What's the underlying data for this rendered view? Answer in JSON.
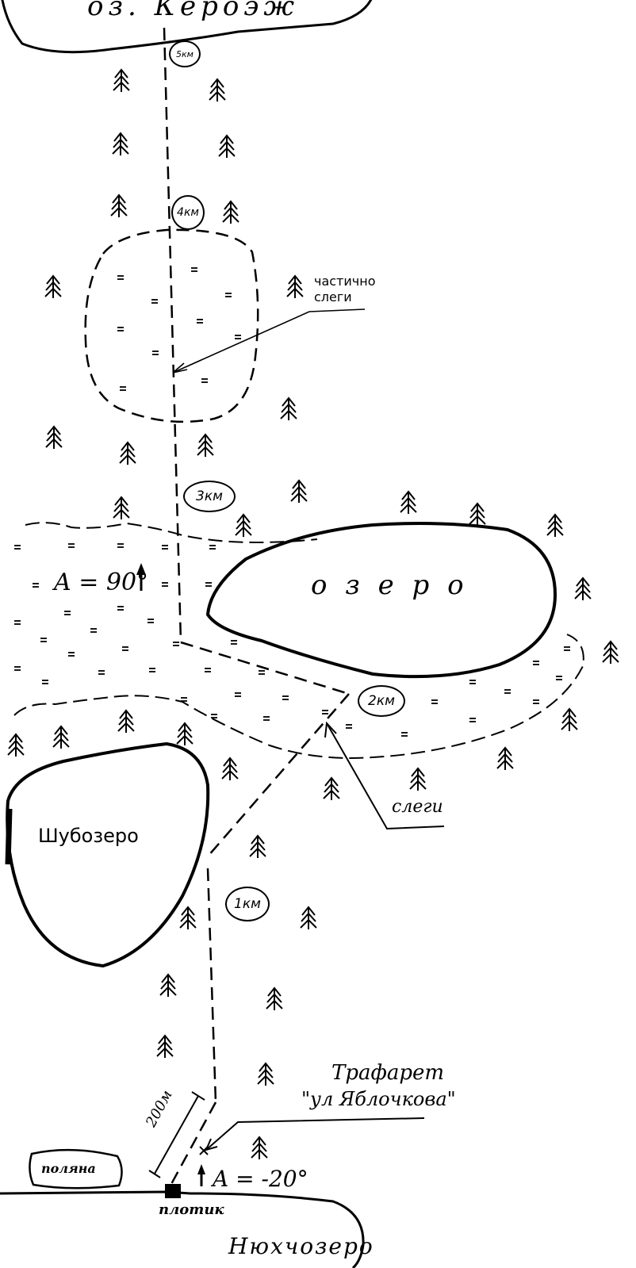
{
  "labels": {
    "top_lake": "оз. Кероэж",
    "ozero": "о з е р о",
    "shubozero": "Шубозеро",
    "partial_slegi": "частично\nслеги",
    "slegi": "слеги",
    "azimuth_north": "A = 90°",
    "stencil_line1": "Трафарет",
    "stencil_line2": "\"ул Яблочкова\"",
    "distance_200": "200м",
    "polyana": "поляна",
    "plotik": "плотик",
    "azimuth_south": "A = -20°",
    "nyukhchozero": "Нюхчозеро"
  },
  "km_markers": [
    "5км",
    "4км",
    "3км",
    "2км",
    "1км"
  ],
  "colors": {
    "ink": "#000000",
    "paper": "#ffffff"
  },
  "icons": [
    "tree-icon",
    "swamp-icon",
    "stencil-mark-icon",
    "raft-icon",
    "arrow-icon"
  ]
}
